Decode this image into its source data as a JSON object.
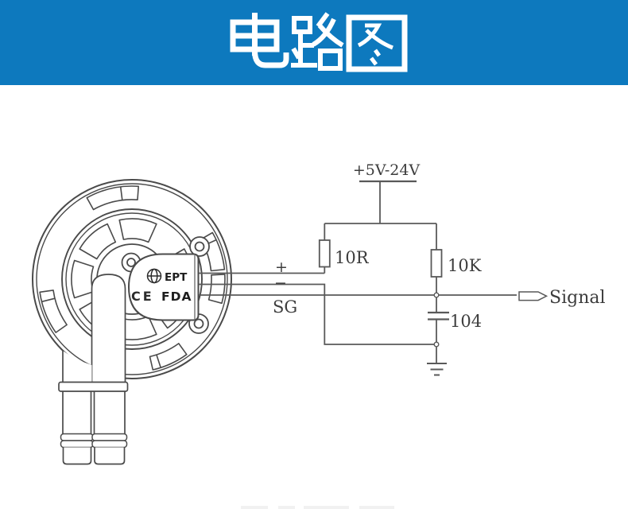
{
  "header": {
    "title": "电路图"
  },
  "colors": {
    "banner_blue": "#0d79be",
    "line_ink": "#4a4a4a"
  },
  "device": {
    "brand_label": "EPT",
    "ce_mark_label": "CE",
    "fda_mark_label": "FDA"
  },
  "circuit": {
    "power_label": "+5V-24V",
    "resistor_10r_label": "10R",
    "resistor_10k_label": "10K",
    "capacitor_104_label": "104",
    "wire_plus_label": "+",
    "wire_minus_label": "−",
    "wire_sg_label": "SG",
    "output_label": "Signal"
  }
}
